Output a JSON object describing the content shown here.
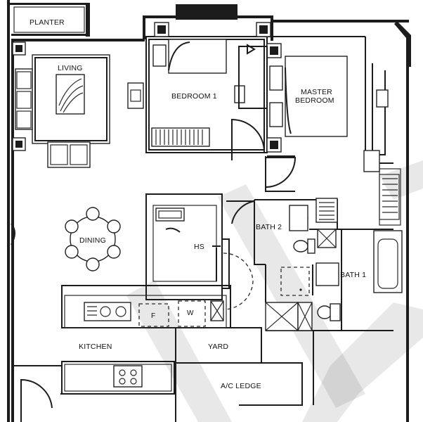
{
  "rooms": {
    "planter": "PLANTER",
    "living": "LIVING",
    "bedroom1": "BEDROOM 1",
    "master_line1": "MASTER",
    "master_line2": "BEDROOM",
    "dining": "DINING",
    "bath2": "BATH 2",
    "hs": "HS",
    "bath1": "BATH 1",
    "kitchen": "KITCHEN",
    "yard": "YARD",
    "ac_ledge": "A/C LEDGE",
    "fridge": "F",
    "washer": "W"
  },
  "icons": {
    "column": "column-square",
    "door": "door-swing-arc",
    "bed": "bed",
    "toilet": "toilet",
    "sink": "basin",
    "bathtub": "bathtub",
    "wardrobe": "wardrobe-hatch",
    "stove": "stove",
    "table": "dining-table"
  },
  "colors": {
    "ink": "#1c1c1c",
    "paper": "#ffffff"
  }
}
